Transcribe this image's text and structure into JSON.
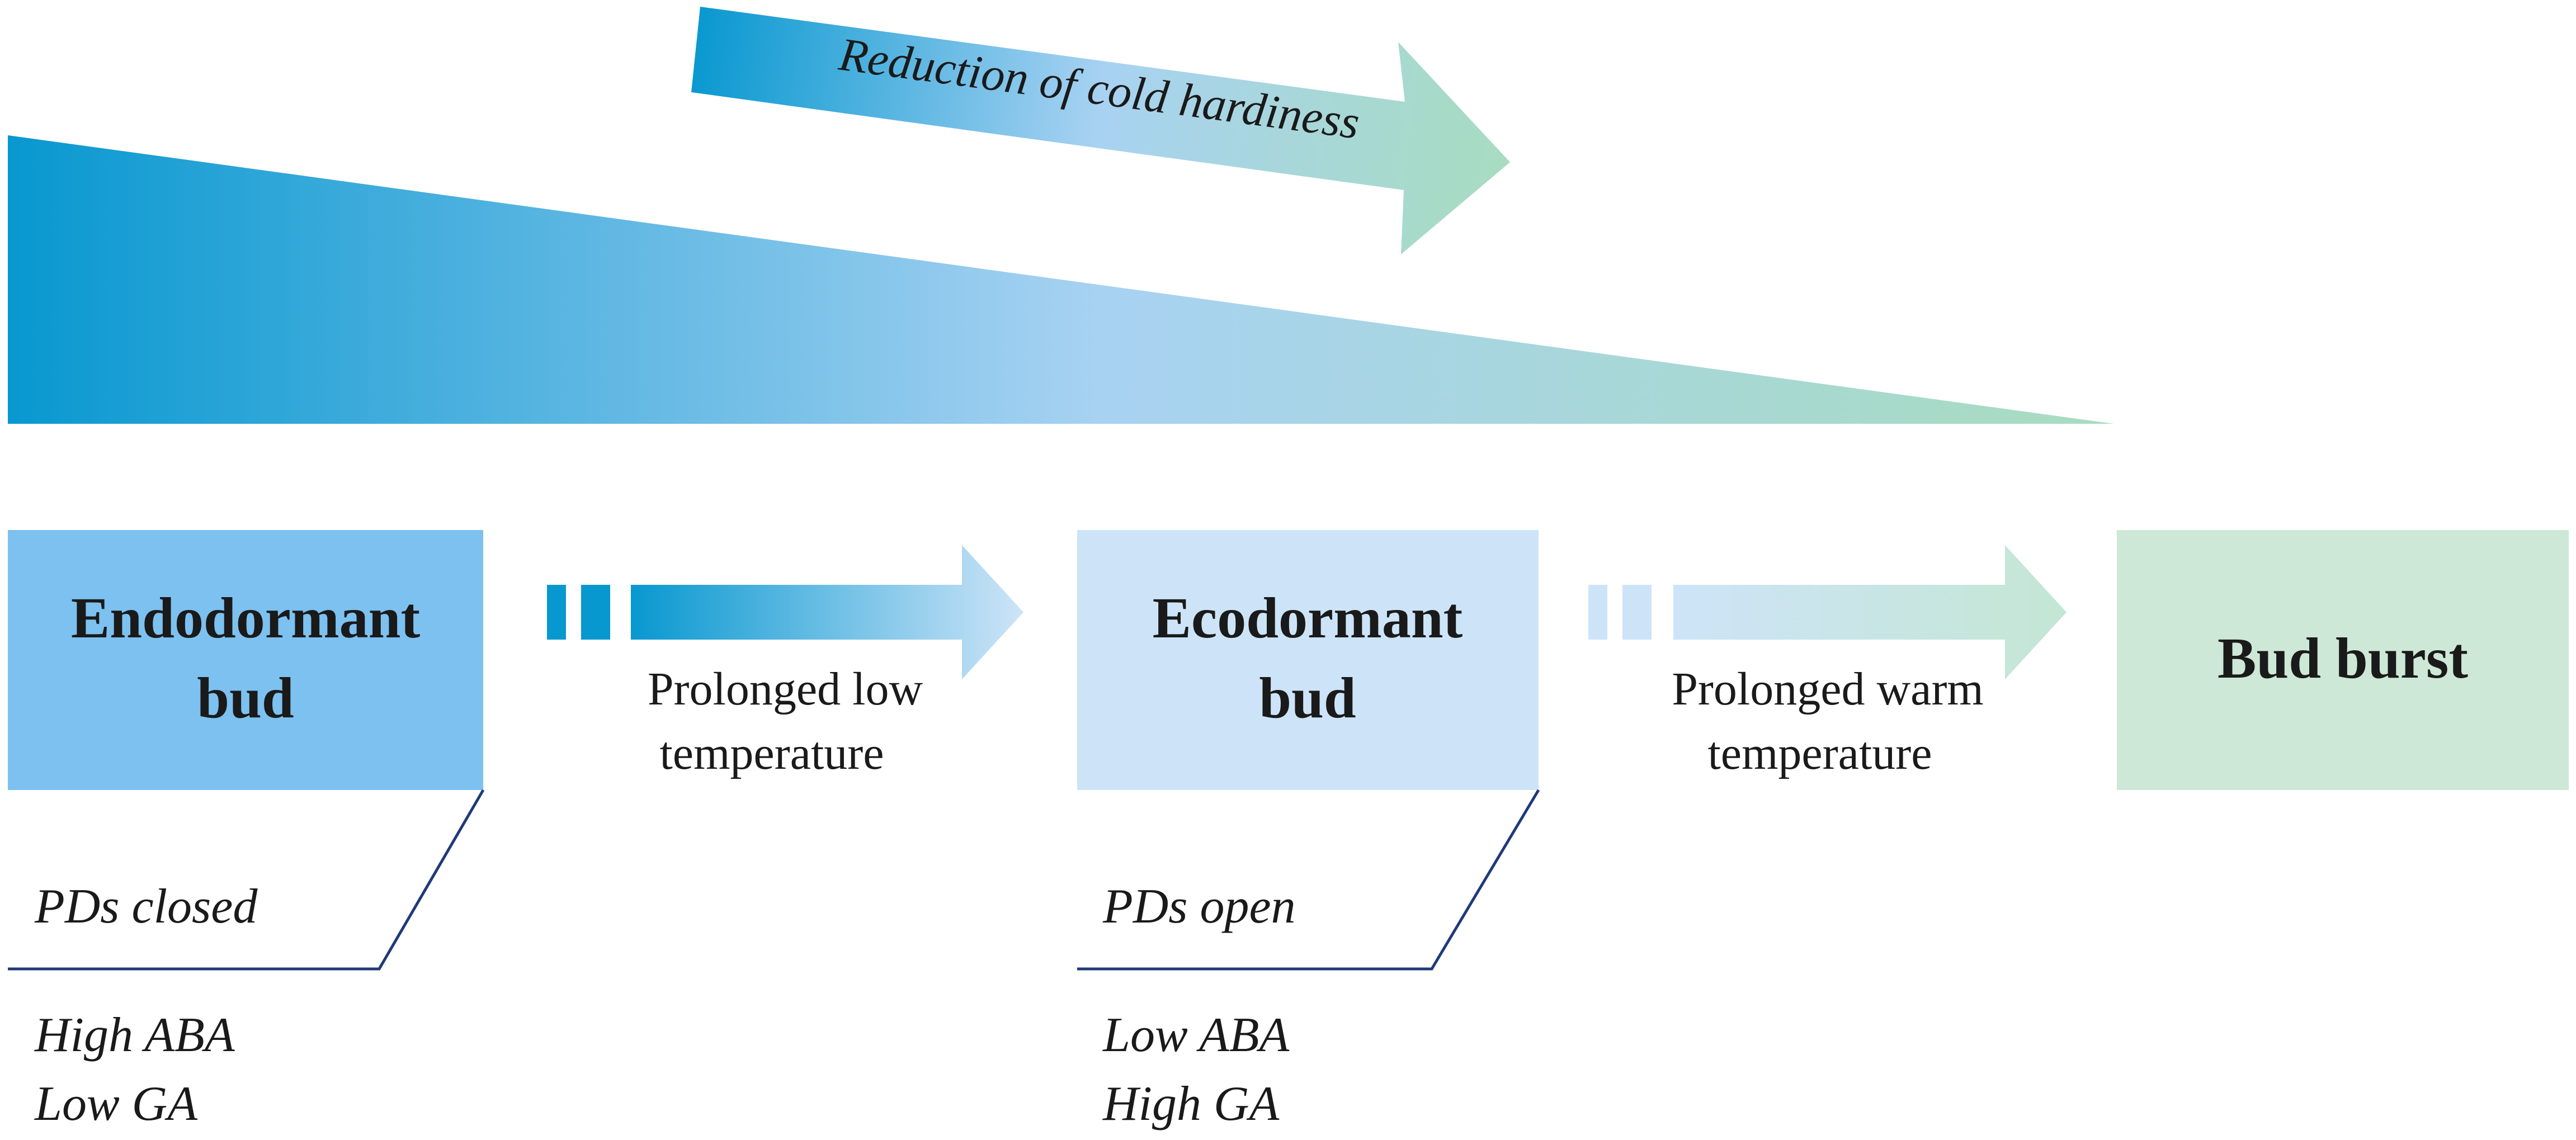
{
  "banner": {
    "label": "Reduction of cold hardiness"
  },
  "stages": [
    {
      "line1": "Endodormant",
      "line2": "bud"
    },
    {
      "line1": "Ecodormant",
      "line2": "bud"
    },
    {
      "line1": "Bud burst"
    }
  ],
  "transitions": [
    {
      "line1": "Prolonged low",
      "line2": "temperature"
    },
    {
      "line1": "Prolonged warm",
      "line2": "temperature"
    }
  ],
  "notes": [
    {
      "pd_state": "PDs closed",
      "hormone_1": "High ABA",
      "hormone_2": "Low GA"
    },
    {
      "pd_state": "PDs open",
      "hormone_1": "Low ABA",
      "hormone_2": "High GA"
    }
  ],
  "colors": {
    "deep_blue": "#0898d0",
    "light_blue": "#a8d2f2",
    "mint": "#a8dcc0",
    "stage1_fill": "#7cc1f0",
    "stage2_fill": "#cde4f8",
    "stage3_fill": "#cde8d6",
    "note_line": "#203a78"
  }
}
